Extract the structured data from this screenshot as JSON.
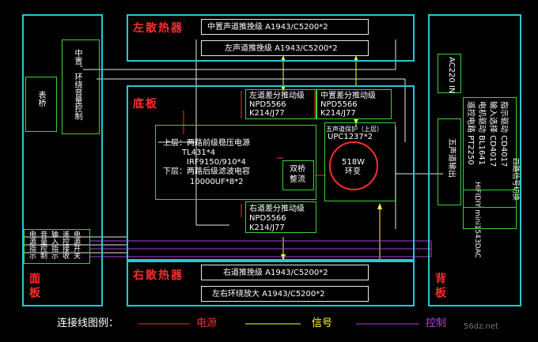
{
  "left_heatsink": {
    "title": "左散热器",
    "stages": [
      "中置声道推挽级 A1943/C5200*2",
      "左声道推挽级 A1943/C5200*2"
    ]
  },
  "right_heatsink": {
    "title": "右散热器",
    "stages": [
      "右道推挽级 A1943/C5200*2",
      "左右环绕放大 A1943/C5200*2"
    ]
  },
  "bottom_board": {
    "title": "底板",
    "left_diff": [
      "左道差分推动级",
      "NPD5566",
      "K214/J77"
    ],
    "center_diff": [
      "中置差分推动级",
      "NPD5566",
      "K214/J77"
    ],
    "right_diff": [
      "右道差分推动级",
      "NPD5566",
      "K214/J77"
    ],
    "power_lines": [
      "上层：两路前级稳压电源",
      "TL431*4",
      "IRF9150/910*4",
      "下层：两路后级滤波电容",
      "10000UF*8*2"
    ],
    "rectifier": "双桥整流",
    "protect_title": "五声道保护（上层）",
    "protect_ic": "UPC1237*2",
    "toroid": [
      "518W",
      "环变"
    ]
  },
  "front_panel": {
    "title": "面板",
    "meter": "表桥",
    "controls": "中置、环绕音量控制",
    "switches": [
      "电源指示",
      "音量控制",
      "输入指示",
      "遥控接收",
      "电源开关"
    ]
  },
  "back_panel": {
    "title": "背板",
    "ac_in": "AC220 IN",
    "output": "五声道输出",
    "control_lines": [
      "遥控电路 PT2250",
      "电机驱动 BL1641",
      "输入选择 CD4017",
      "指示驱动 CD4017"
    ],
    "switch": "四路信号切换",
    "dac": "HIFIDIY mini1543DAC"
  },
  "legend": {
    "label": "连接线图例：",
    "power": "电源",
    "signal": "信号",
    "control": "控制",
    "watermark": "56dz.net",
    "colors": {
      "power": "#ff2d2d",
      "signal": "#ffff30",
      "control": "#b040e0"
    }
  }
}
